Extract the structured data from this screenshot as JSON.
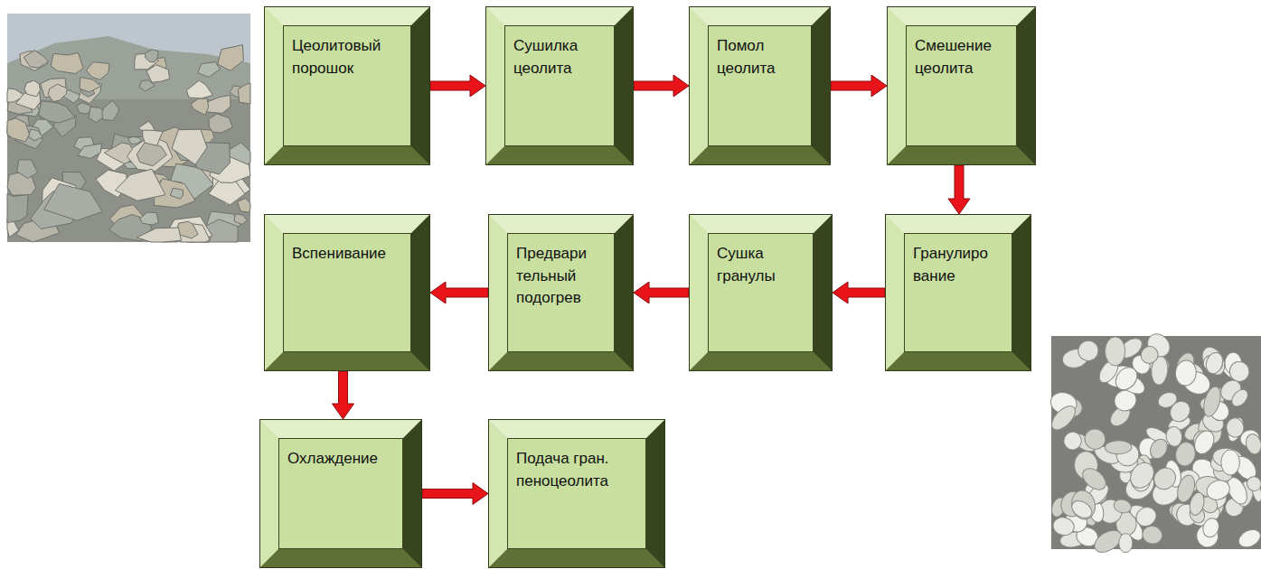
{
  "diagram": {
    "nodes": [
      {
        "text": [
          "Цеолитовый порошок"
        ]
      },
      {
        "text": [
          "Сушилка цеолита"
        ]
      },
      {
        "text": [
          "Помол цеолита"
        ]
      },
      {
        "text": [
          "Смешение цеолита"
        ]
      },
      {
        "text": [
          "Гранулиро вание"
        ]
      },
      {
        "text": [
          "Сушка гранулы"
        ]
      },
      {
        "text": [
          "Предвари тельный подогрев"
        ]
      },
      {
        "text": [
          "Вспенивание"
        ]
      },
      {
        "text": [
          "Охлаждение"
        ]
      },
      {
        "text": [
          "Подача гран. пеноцеолита"
        ]
      }
    ],
    "edges": [
      {
        "from": 0,
        "to": 1,
        "arrow": "to"
      },
      {
        "from": 1,
        "to": 2,
        "arrow": "to"
      },
      {
        "from": 2,
        "to": 3,
        "arrow": "to"
      },
      {
        "from": 3,
        "to": 4,
        "arrow": "to"
      },
      {
        "from": 4,
        "to": 5,
        "arrow": "to"
      },
      {
        "from": 5,
        "to": 6,
        "arrow": "to"
      },
      {
        "from": 6,
        "to": 7,
        "arrow": "to"
      },
      {
        "from": 7,
        "to": 8,
        "arrow": "to"
      },
      {
        "from": 8,
        "to": 9,
        "arrow": "to"
      }
    ]
  }
}
